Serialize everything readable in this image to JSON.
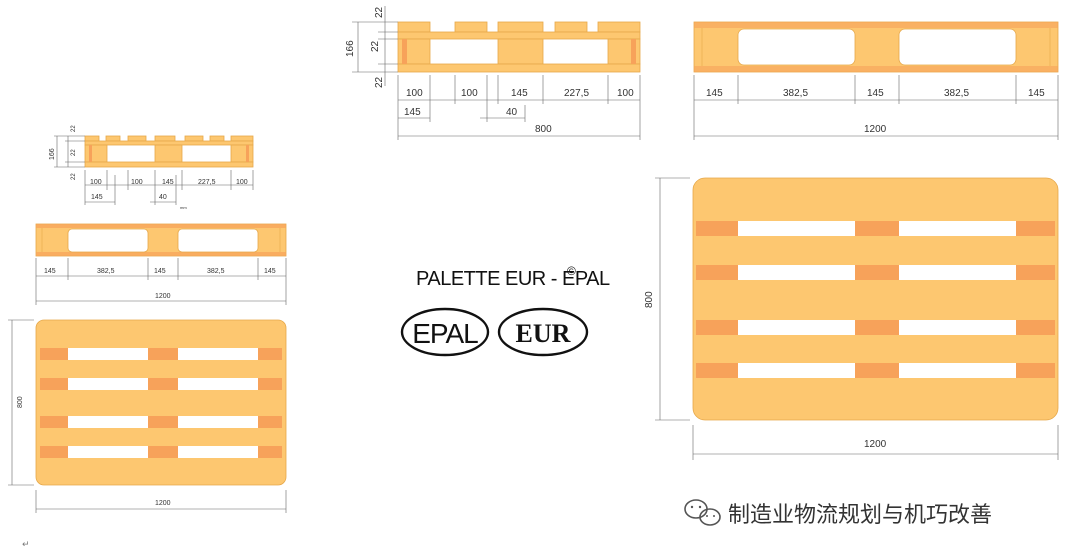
{
  "title": "PALETTE EUR - EPAL",
  "title_mark": "©",
  "logos": {
    "epal": "EPAL",
    "eur": "EUR"
  },
  "watermark": {
    "icon": "wechat-icon",
    "text": "制造业物流规划与机巧改善"
  },
  "return_mark": "↵",
  "colors": {
    "wood": "#FDC770",
    "wood_edge": "#E6A84A",
    "block": "#F7A25A",
    "line": "#666666"
  },
  "dims": {
    "plank": "22",
    "height": "166",
    "w100": "100",
    "w145": "145",
    "w227": "227,5",
    "gap40": "40",
    "w382": "382,5",
    "width800": "800",
    "length1200": "1200",
    "unit": "mm"
  }
}
